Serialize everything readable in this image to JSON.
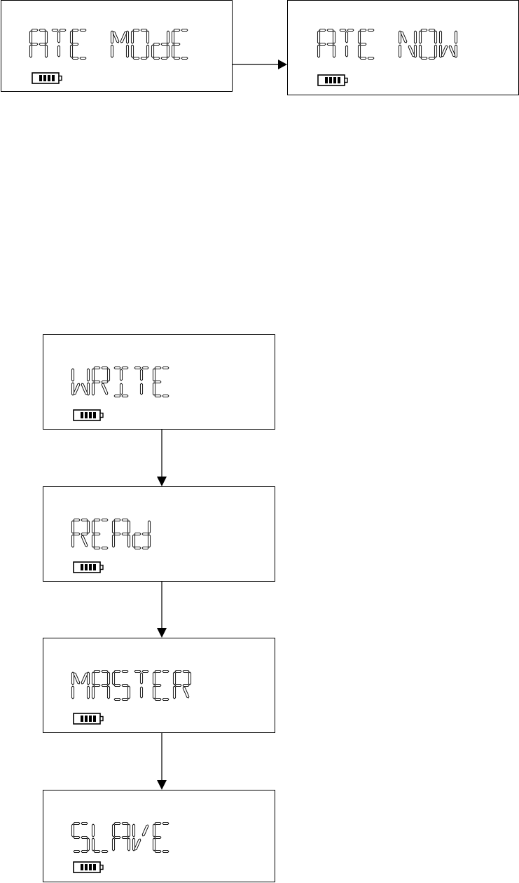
{
  "screens": [
    {
      "id": "ate-mode",
      "text": "ATE MOdE",
      "battery_level": 1.0
    },
    {
      "id": "ate-now",
      "text": "ATE NOW",
      "battery_level": 1.0
    },
    {
      "id": "write",
      "text": "WRITE",
      "battery_level": 1.0
    },
    {
      "id": "read",
      "text": "REAd",
      "battery_level": 1.0
    },
    {
      "id": "master",
      "text": "MASTER",
      "battery_level": 1.0
    },
    {
      "id": "slave",
      "text": "SLAVE",
      "battery_level": 1.0
    }
  ],
  "connections": [
    {
      "from": "ate-mode",
      "to": "ate-now"
    },
    {
      "from": "write",
      "to": "read"
    },
    {
      "from": "read",
      "to": "master"
    },
    {
      "from": "master",
      "to": "slave"
    }
  ]
}
